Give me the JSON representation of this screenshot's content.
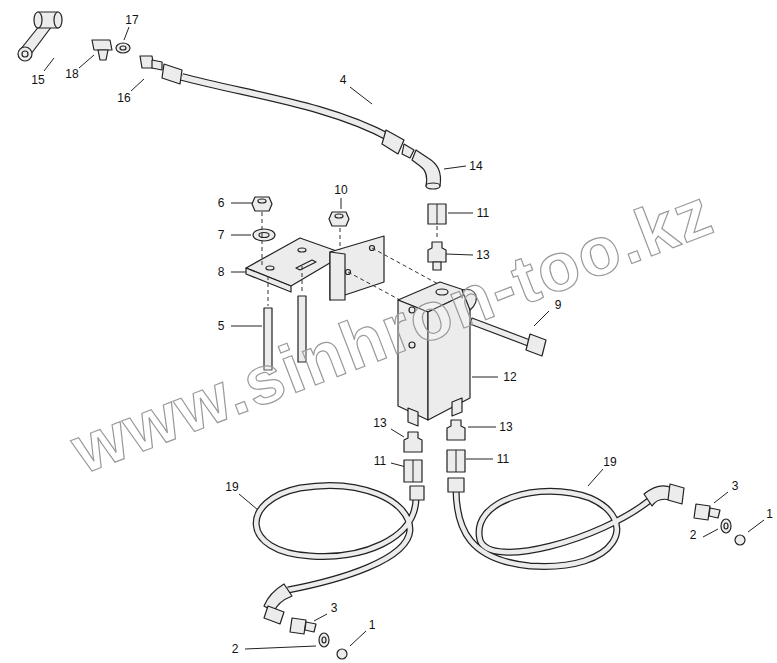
{
  "diagram": {
    "labels": [
      "15",
      "18",
      "17",
      "16",
      "4",
      "14",
      "6",
      "10",
      "11",
      "7",
      "13",
      "8",
      "5",
      "9",
      "12",
      "13",
      "13",
      "11",
      "11",
      "19",
      "19",
      "3",
      "1",
      "2",
      "3",
      "2",
      "1",
      "www.sinhron-too.kz"
    ]
  }
}
